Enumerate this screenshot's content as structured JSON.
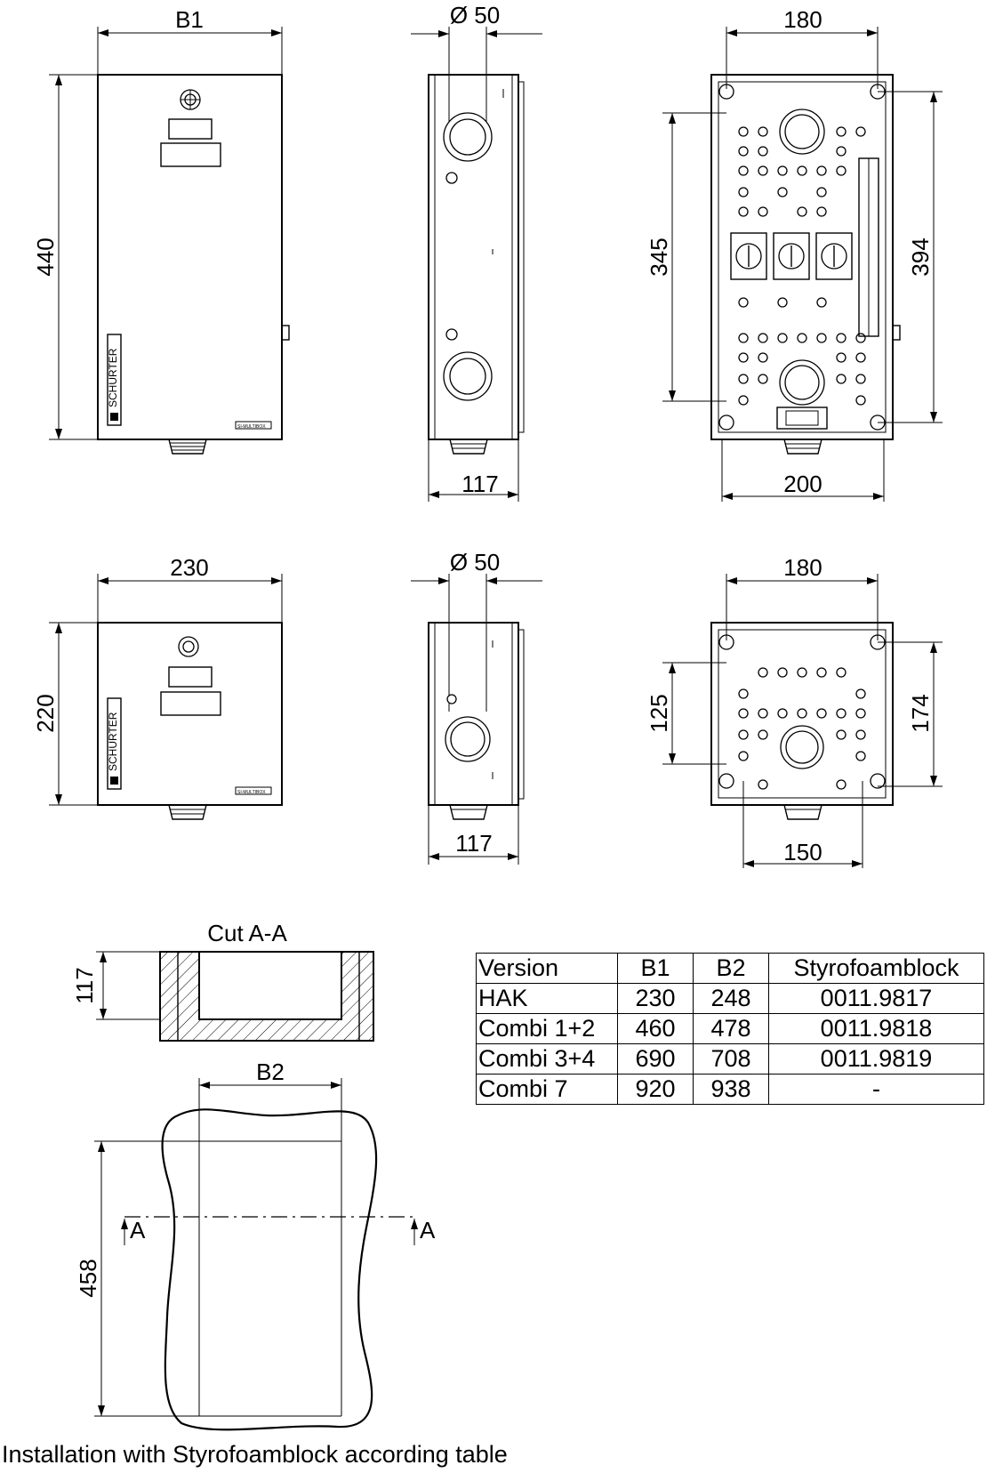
{
  "dimensions": {
    "front_large_width": "B1",
    "front_large_height": "440",
    "side_large_diameter": "Ø 50",
    "side_large_depth": "117",
    "back_large_top": "180",
    "back_large_left": "345",
    "back_large_right": "394",
    "back_large_bottom": "200",
    "front_small_width": "230",
    "front_small_height": "220",
    "side_small_diameter": "Ø 50",
    "side_small_depth": "117",
    "back_small_top": "180",
    "back_small_left": "125",
    "back_small_right": "174",
    "back_small_bottom": "150",
    "cut_depth": "117",
    "cutout_width": "B2",
    "cutout_height": "458"
  },
  "labels": {
    "brand": "SCHURTER",
    "nameplate": "SI-MULTIBOX",
    "cut_title": "Cut A-A",
    "section_marker_left": "A",
    "section_marker_right": "A"
  },
  "table": {
    "headers": [
      "Version",
      "B1",
      "B2",
      "Styrofoamblock"
    ],
    "rows": [
      [
        "HAK",
        "230",
        "248",
        "0011.9817"
      ],
      [
        "Combi 1+2",
        "460",
        "478",
        "0011.9818"
      ],
      [
        "Combi 3+4",
        "690",
        "708",
        "0011.9819"
      ],
      [
        "Combi 7",
        "920",
        "938",
        "-"
      ]
    ]
  },
  "footer": "Installation with Styrofoamblock according table"
}
